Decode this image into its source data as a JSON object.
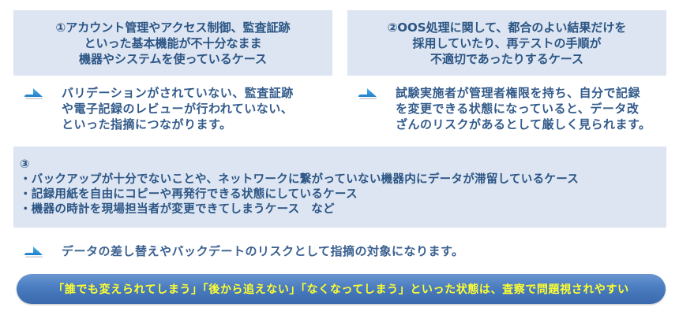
{
  "cases": [
    {
      "id": 1,
      "heading_lines": [
        "①アカウント管理やアクセス制御、監査証跡",
        "といった基本機能が不十分なまま",
        "機器やシステムを使っているケース"
      ],
      "result_icon": "arrow-right-icon",
      "result_lines": [
        "バリデーションがされていない、監査証跡",
        "や電子記録のレビューが行われていない、",
        "といった指摘につながります。"
      ]
    },
    {
      "id": 2,
      "heading_lines": [
        "②OOS処理に関して、都合のよい結果だけを",
        "採用していたり、再テストの手順が",
        "不適切であったりするケース"
      ],
      "result_icon": "arrow-right-icon",
      "result_lines": [
        "試験実施者が管理者権限を持ち、自分で記録",
        "を変更できる状態になっていると、データ改",
        "ざんのリスクがあるとして厳しく見られます。"
      ]
    },
    {
      "id": 3,
      "number": "③",
      "bullets": [
        "・バックアップが十分でないことや、ネットワークに繋がっていない機器内にデータが滞留しているケース",
        "・記録用紙を自由にコピーや再発行できる状態にしているケース",
        "・機器の時計を現場担当者が変更できてしまうケース　など"
      ],
      "result_icon": "arrow-right-icon",
      "result_lines": [
        "データの差し替えやバックデートのリスクとして指摘の対象になります。"
      ]
    }
  ],
  "banner": {
    "text": "「誰でも変えられてしまう」「後から追えない」「なくなってしまう」といった状態は、査察で問題視されやすい"
  },
  "colors": {
    "box_background": "#dce5f1",
    "text_blue": "#2c5585",
    "banner_blue_top": "#6a97d1",
    "banner_blue_bottom": "#3b69ad",
    "banner_text_yellow": "#ffff2e",
    "arrow_blue": "#2a8fd6"
  }
}
